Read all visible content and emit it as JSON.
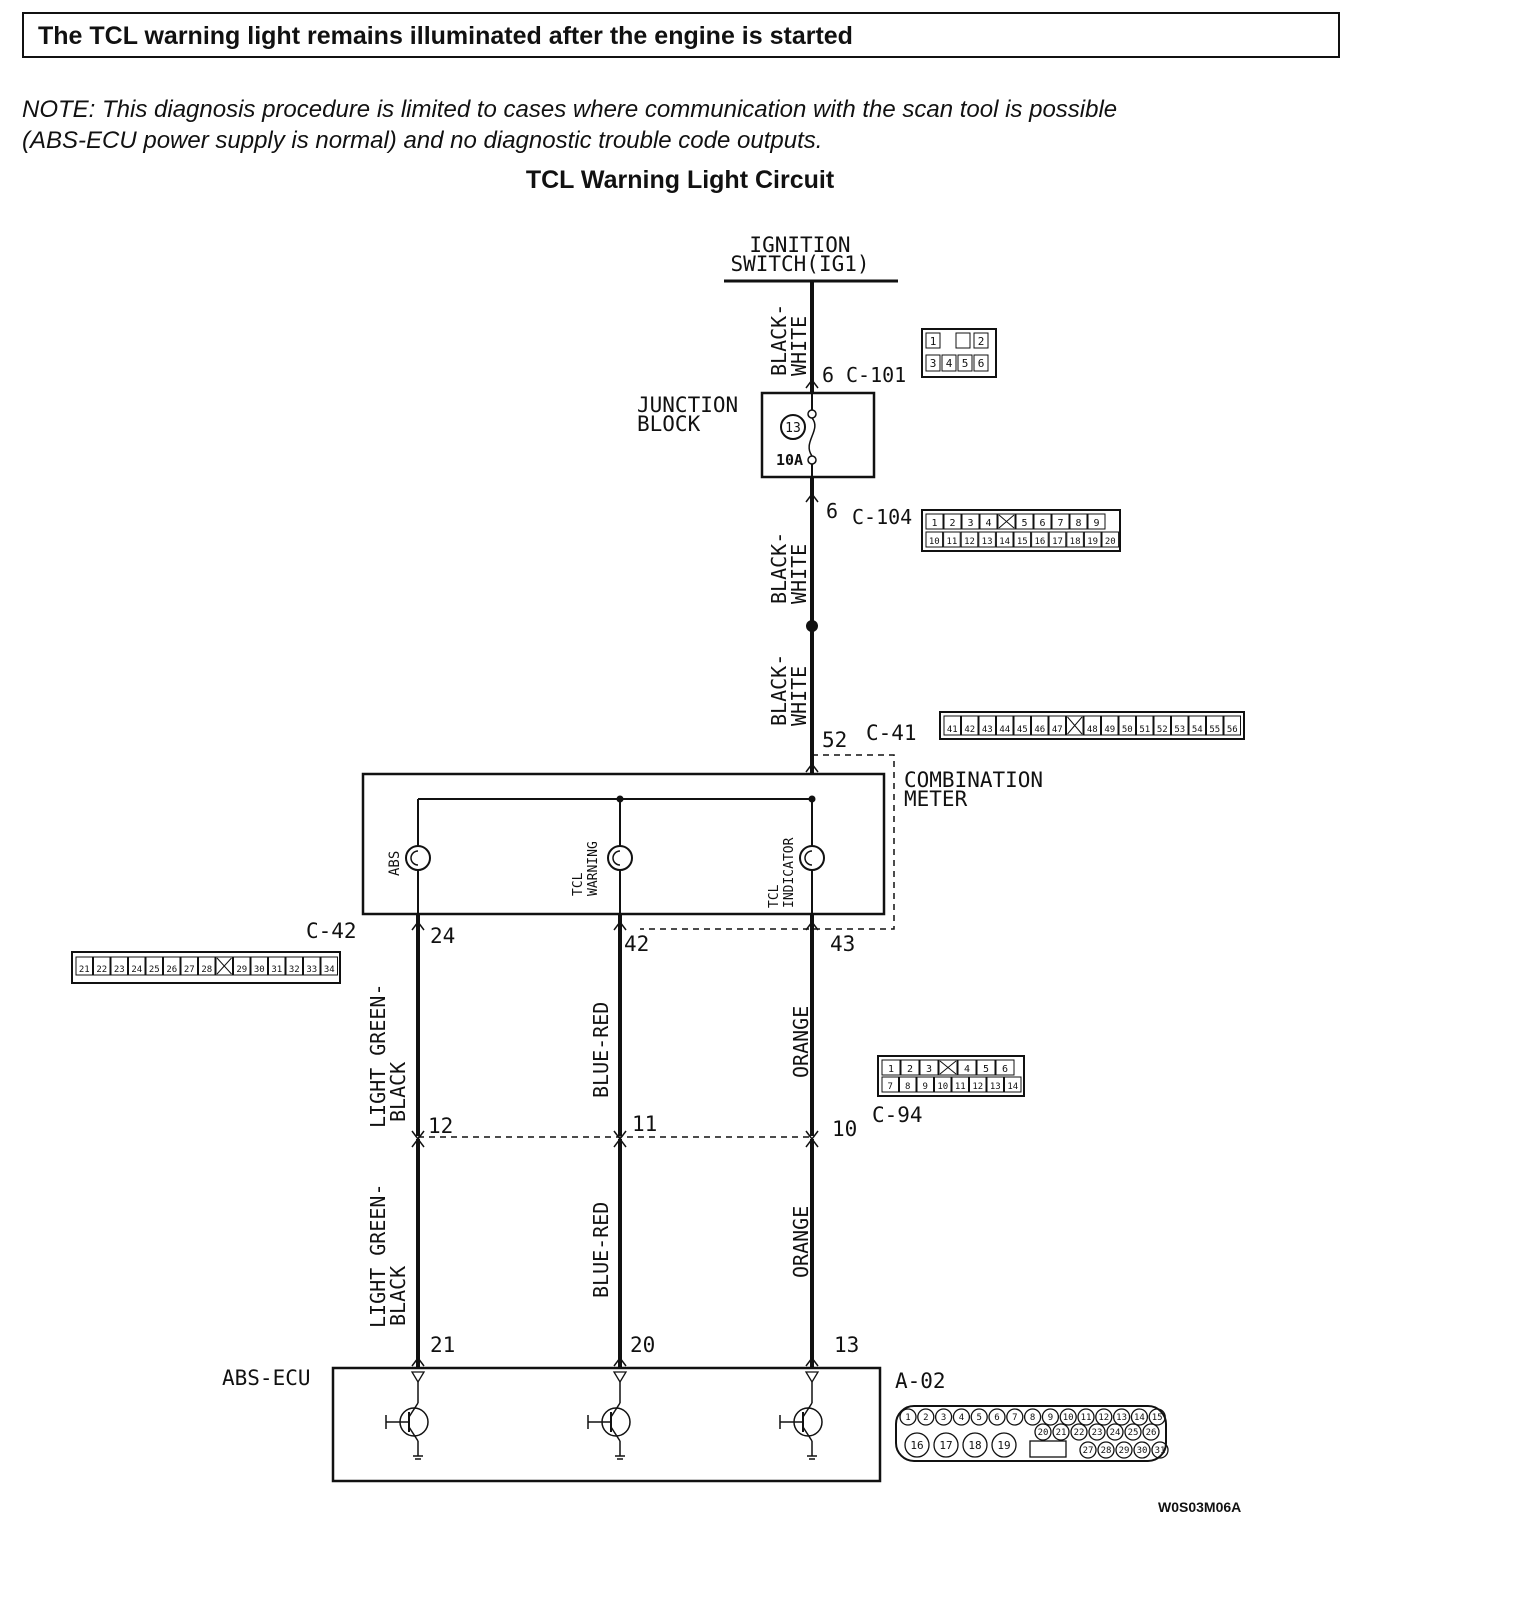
{
  "title": "The TCL warning  light remains illuminated after the engine is started",
  "note_lines": [
    "NOTE: This diagnosis procedure is limited to cases where communication with the scan tool is possible",
    "(ABS-ECU power supply is normal) and no diagnostic trouble code outputs."
  ],
  "circuit_title": "TCL Warning Light Circuit",
  "diagram": {
    "ignition_switch": [
      "IGNITION",
      "SWITCH(IG1)"
    ],
    "junction_block": [
      "JUNCTION",
      "BLOCK"
    ],
    "fuse_number": "13",
    "fuse_rating": "10A",
    "combination_meter": [
      "COMBINATION",
      "METER"
    ],
    "abs_ecu": "ABS-ECU",
    "wires": {
      "black_white": [
        "BLACK-",
        "WHITE"
      ],
      "light_green_black": [
        "LIGHT GREEN-",
        "BLACK"
      ],
      "blue_red": "BLUE-RED",
      "orange": "ORANGE"
    },
    "lamps": {
      "abs": "ABS",
      "tcl_warning": [
        "TCL",
        "WARNING"
      ],
      "tcl_indicator": [
        "TCL",
        "INDICATOR"
      ]
    },
    "connectors": {
      "c101": "C-101",
      "c104": "C-104",
      "c41": "C-41",
      "c42": "C-42",
      "c94": "C-94",
      "a02": "A-02"
    },
    "pins": {
      "c101_pin": "6",
      "c104_pin": "6",
      "c41_pin": "52",
      "c42_abs": "24",
      "c42_warning": "42",
      "c42_indicator": "43",
      "c94_a": "12",
      "c94_b": "11",
      "c94_c": "10",
      "a02_a": "21",
      "a02_b": "20",
      "a02_c": "13"
    },
    "connector_faces": {
      "c101": [
        [
          "1",
          "",
          "2"
        ],
        [
          "3",
          "4",
          "5",
          "6"
        ]
      ],
      "c104": [
        [
          "1",
          "2",
          "3",
          "4",
          "",
          "5",
          "6",
          "7",
          "8",
          "9"
        ],
        [
          "10",
          "11",
          "12",
          "13",
          "14",
          "15",
          "16",
          "17",
          "18",
          "19",
          "20"
        ]
      ],
      "c41": [
        "41",
        "42",
        "43",
        "44",
        "45",
        "46",
        "47",
        "",
        "48",
        "49",
        "50",
        "51",
        "52",
        "53",
        "54",
        "55",
        "56"
      ],
      "c42": [
        "21",
        "22",
        "23",
        "24",
        "25",
        "26",
        "27",
        "28",
        "",
        "29",
        "30",
        "31",
        "32",
        "33",
        "34"
      ],
      "c94": [
        [
          "1",
          "2",
          "3",
          "",
          "4",
          "5",
          "6"
        ],
        [
          "7",
          "8",
          "9",
          "10",
          "11",
          "12",
          "13",
          "14"
        ]
      ],
      "a02_top": [
        "1",
        "2",
        "3",
        "4",
        "5",
        "6",
        "7",
        "8",
        "9",
        "10",
        "11",
        "12",
        "13",
        "14",
        "15"
      ],
      "a02_round": [
        "16",
        "17",
        "18",
        "19"
      ],
      "a02_mid": [
        "20",
        "21",
        "22",
        "23",
        "24",
        "25",
        "26"
      ],
      "a02_bottom": [
        "27",
        "28",
        "29",
        "30",
        "31"
      ]
    },
    "figure_code": "W0S03M06A"
  }
}
